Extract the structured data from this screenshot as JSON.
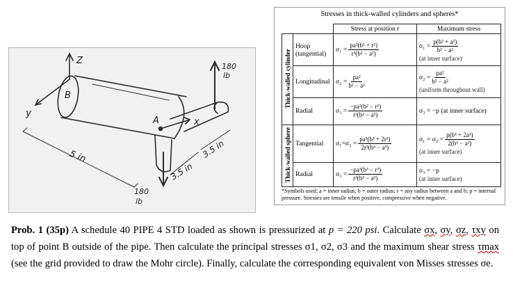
{
  "sketch": {
    "axis_z": "Z",
    "axis_y": "y",
    "axis_x": "x",
    "point_b": "B",
    "point_a": "A",
    "force_top_value": "180",
    "force_top_unit": "lb",
    "force_bottom_value": "180",
    "force_bottom_unit": "lb",
    "dim_length": "5 in",
    "dim_arm_left": "3.5 in",
    "dim_arm_right": "3.5 in"
  },
  "table": {
    "title": "Stresses in thick-walled cylinders and spheres*",
    "header_position": "Stress at position r",
    "header_maximum": "Maximum stress",
    "group_cylinder": "Thick-walled cylinder",
    "group_sphere": "Thick-walled sphere",
    "rows": [
      {
        "label": "Hoop (tangential)",
        "pos_lhs": "σ₁ =",
        "pos_num": "pa²(b² + r²)",
        "pos_den": "r²(b² − a²)",
        "max_lhs": "σ₁ =",
        "max_num": "p(b² + a²)",
        "max_den": "b² − a²",
        "max_note": "(at inner surface)"
      },
      {
        "label": "Longitudinal",
        "pos_lhs": "σ₂ =",
        "pos_num": "pa²",
        "pos_den": "b² − a²",
        "max_lhs": "σ₂ =",
        "max_num": "pa²",
        "max_den": "b² − a²",
        "max_note": "(uniform throughout wall)"
      },
      {
        "label": "Radial",
        "pos_lhs": "σ₃ =",
        "pos_num": "−pa²(b² − r²)",
        "pos_den": "r²(b² − a²)",
        "max_text": "σ₃ = −p (at inner surface)"
      },
      {
        "label": "Tangential",
        "pos_lhs": "σ₁=σ₂ =",
        "pos_num": "pa³(b³ + 2r³)",
        "pos_den": "2r³(b³ − a³)",
        "max_lhs": "σ₁ = σ₂ =",
        "max_num": "p(b³ + 2a³)",
        "max_den": "2(b³ − a³)",
        "max_note": "(at inner surface)"
      },
      {
        "label": "Radial",
        "pos_lhs": "σ₃ =",
        "pos_num": "−pa³(b³ − r³)",
        "pos_den": "r³(b³ − a³)",
        "max_text": "σ₃ = −p",
        "max_note": "(at inner surface)"
      }
    ],
    "footnote": "*Symbols used: a = inner radius; b = outer radius; r = any radius between a and b; p = internal pressure. Stresses are tensile when positive, compressive when negative."
  },
  "problem": {
    "label": "Prob. 1 (35p)",
    "t1": " A schedule 40 PIPE 4 STD loaded as shown is pressurized at ",
    "pressure": "p = 220 psi",
    "t2": ". Calculate ",
    "sx": "σx",
    "c1": ", ",
    "sy": "σy",
    "c2": ", ",
    "sz": "σz",
    "c3": ", ",
    "txy": "τxy",
    "t3": " on top of point B outside of the pipe. Then calculate the principal stresses σ1, σ2, σ3 and the maximum shear stress ",
    "tmax": "τmax",
    "t4": " (see the grid provided to draw the Mohr circle). Finally, calculate the corresponding equivalent von Misses stresses σe."
  }
}
